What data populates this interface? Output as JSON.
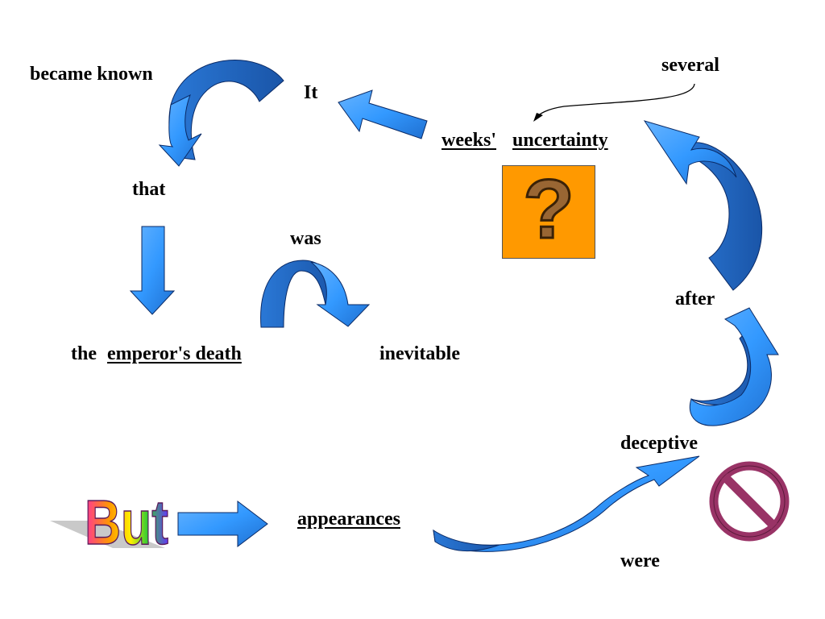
{
  "words": {
    "became_known": "became known",
    "it": "It",
    "several": "several",
    "weeks": "weeks'",
    "uncertainty": "uncertainty",
    "that": "that",
    "was": "was",
    "the": "the",
    "emperors_death": "emperor's death",
    "inevitable": "inevitable",
    "after": "after",
    "deceptive": "deceptive",
    "appearances": "appearances",
    "were": "were",
    "but": "But"
  },
  "icons": {
    "question": "question-mark-icon",
    "prohibition": "prohibition-icon"
  },
  "colors": {
    "arrow_fill": "#3399ff",
    "arrow_shade": "#1f5fb3",
    "question_box": "#ff9900",
    "question_mark": "#996633",
    "prohibition": "#993366"
  }
}
